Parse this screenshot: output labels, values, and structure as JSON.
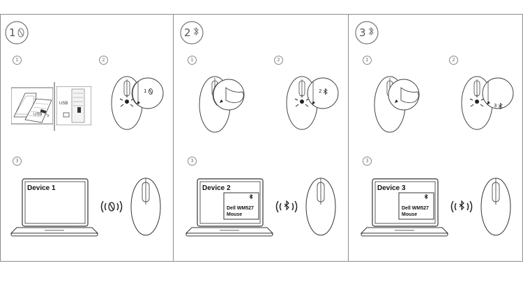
{
  "panels": [
    {
      "channel_badge": "1",
      "badge_symbol": "dongle",
      "steps": [
        "1",
        "2",
        "3"
      ],
      "zoom_label": "1",
      "device_title": "Device 1",
      "popup": null,
      "connection_icon": "dongle-wireless-icon"
    },
    {
      "channel_badge": "2",
      "badge_symbol": "bluetooth",
      "steps": [
        "1",
        "2",
        "3"
      ],
      "zoom_label": "2",
      "device_title": "Device 2",
      "popup": {
        "line1": "Dell WM527",
        "line2": "Mouse"
      },
      "connection_icon": "bluetooth-wireless-icon"
    },
    {
      "channel_badge": "3",
      "badge_symbol": "bluetooth",
      "steps": [
        "1",
        "2",
        "3"
      ],
      "zoom_label": "3",
      "device_title": "Device 3",
      "popup": {
        "line1": "Dell WM527",
        "line2": "Mouse"
      },
      "connection_icon": "bluetooth-wireless-icon"
    }
  ],
  "usb_labels": [
    "USB",
    "USB"
  ]
}
